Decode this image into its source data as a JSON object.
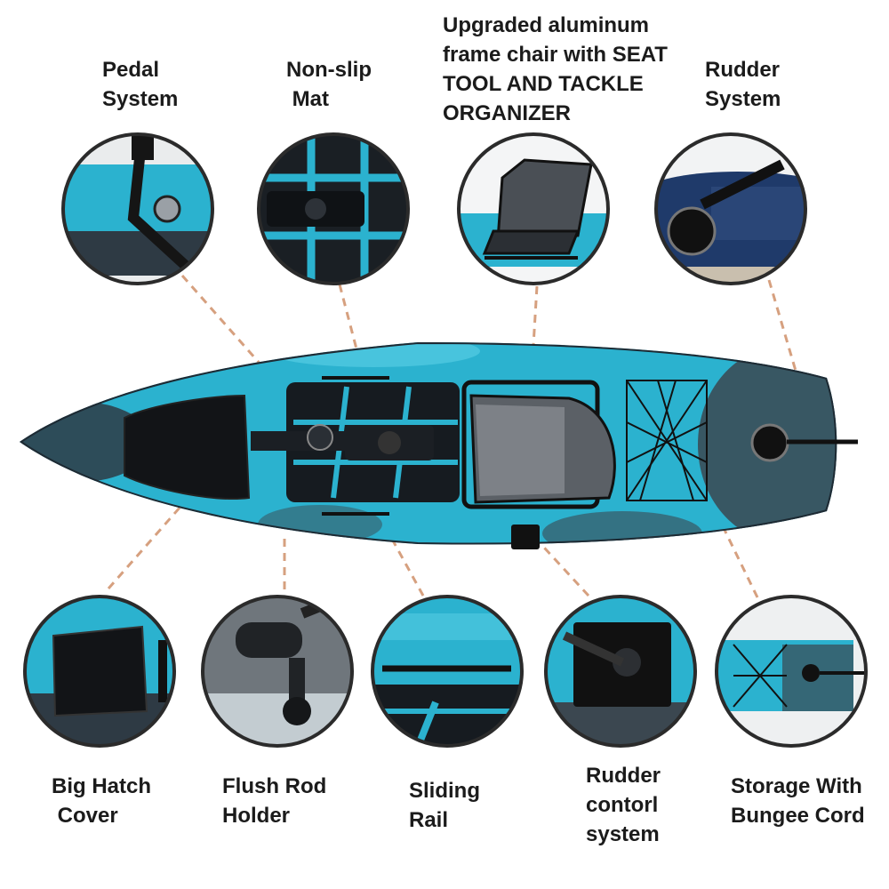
{
  "colors": {
    "teal": "#2bb2cf",
    "teal_light": "#5cd0e6",
    "hull_dark": "#2e3a44",
    "black": "#121417",
    "leader": "#d6a07f",
    "circle_border": "#2b2b2b",
    "text": "#1b1b1b"
  },
  "labels": {
    "pedal": [
      "Pedal",
      "System"
    ],
    "mat": [
      "Non-slip",
      " Mat"
    ],
    "seat": [
      "Upgraded aluminum",
      "frame chair with SEAT",
      "TOOL AND TACKLE",
      "ORGANIZER"
    ],
    "rudder": [
      "Rudder",
      "System"
    ],
    "hatch": [
      "Big Hatch",
      " Cover"
    ],
    "rod": [
      "Flush Rod",
      "Holder"
    ],
    "rail": [
      "Sliding",
      "Rail"
    ],
    "rudder_control": [
      "Rudder",
      "contorl",
      "system"
    ],
    "storage": [
      "Storage With",
      "Bungee Cord"
    ]
  }
}
